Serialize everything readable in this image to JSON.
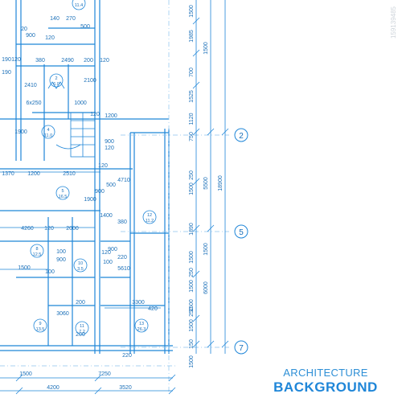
{
  "caption": {
    "line1": "ARCHITECTURE",
    "line2": "BACKGROUND"
  },
  "watermark": "159139485",
  "colors": {
    "line": "#1f86d8",
    "light": "#8cc4ee",
    "text": "#1a6fb8"
  },
  "axes": [
    "2",
    "5",
    "7"
  ],
  "dims_top": [
    "140",
    "270",
    "20",
    "900",
    "500",
    "120",
    "380",
    "2490",
    "200",
    "120"
  ],
  "dims_plan": [
    "1200",
    "120",
    "1370",
    "1200",
    "2510",
    "4260",
    "120",
    "2000",
    "1500",
    "900",
    "100",
    "100",
    "120",
    "100",
    "1400",
    "900",
    "380",
    "220",
    "900",
    "120",
    "120",
    "900",
    "500",
    "4710",
    "5610",
    "200",
    "3300",
    "420",
    "200",
    "3060",
    "220",
    "1000",
    "6x250",
    "2410",
    "1900",
    "1900",
    "2100",
    "190",
    "190",
    "120"
  ],
  "dims_bottom": [
    "1500",
    "7250",
    "4200",
    "3520"
  ],
  "dims_right_col1": [
    "1500",
    "1985",
    "700",
    "1525",
    "1120",
    "750",
    "1500",
    "250",
    "1890",
    "1500",
    "1500",
    "250",
    "1500",
    "1500",
    "1500",
    "250",
    "150"
  ],
  "dims_right_col2": [
    "1500",
    "5500",
    "1500",
    "6000"
  ],
  "dims_right_col3": [
    "18900"
  ],
  "rooms": [
    {
      "num": "2",
      "area": "6.0"
    },
    {
      "num": "4",
      "area": "11.0"
    },
    {
      "num": "5",
      "area": "16.5"
    },
    {
      "num": "8",
      "area": "12.5"
    },
    {
      "num": "9",
      "area": "13.5"
    },
    {
      "num": "10",
      "area": "3.5"
    },
    {
      "num": "11",
      "area": "7.2"
    },
    {
      "num": "12",
      "area": "11.2"
    },
    {
      "num": "13",
      "area": "26.3"
    },
    {
      "num": "",
      "area": "11.4"
    }
  ]
}
